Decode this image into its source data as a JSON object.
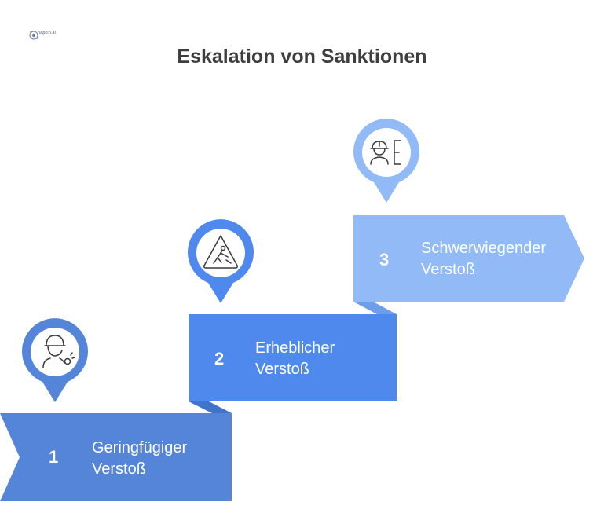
{
  "title": "Eskalation von Sanktionen",
  "logo": {
    "text": "napkin.ai"
  },
  "steps": [
    {
      "number": "1",
      "label_line1": "Geringfügiger",
      "label_line2": "Verstoß",
      "icon": "worker-shouting-icon",
      "color": "#5585d9"
    },
    {
      "number": "2",
      "label_line1": "Erheblicher",
      "label_line2": "Verstoß",
      "icon": "construction-warning-icon",
      "color": "#4f89ee"
    },
    {
      "number": "3",
      "label_line1": "Schwerwiegender",
      "label_line2": "Verstoß",
      "icon": "worker-barrier-icon",
      "color": "#92baf7"
    }
  ]
}
